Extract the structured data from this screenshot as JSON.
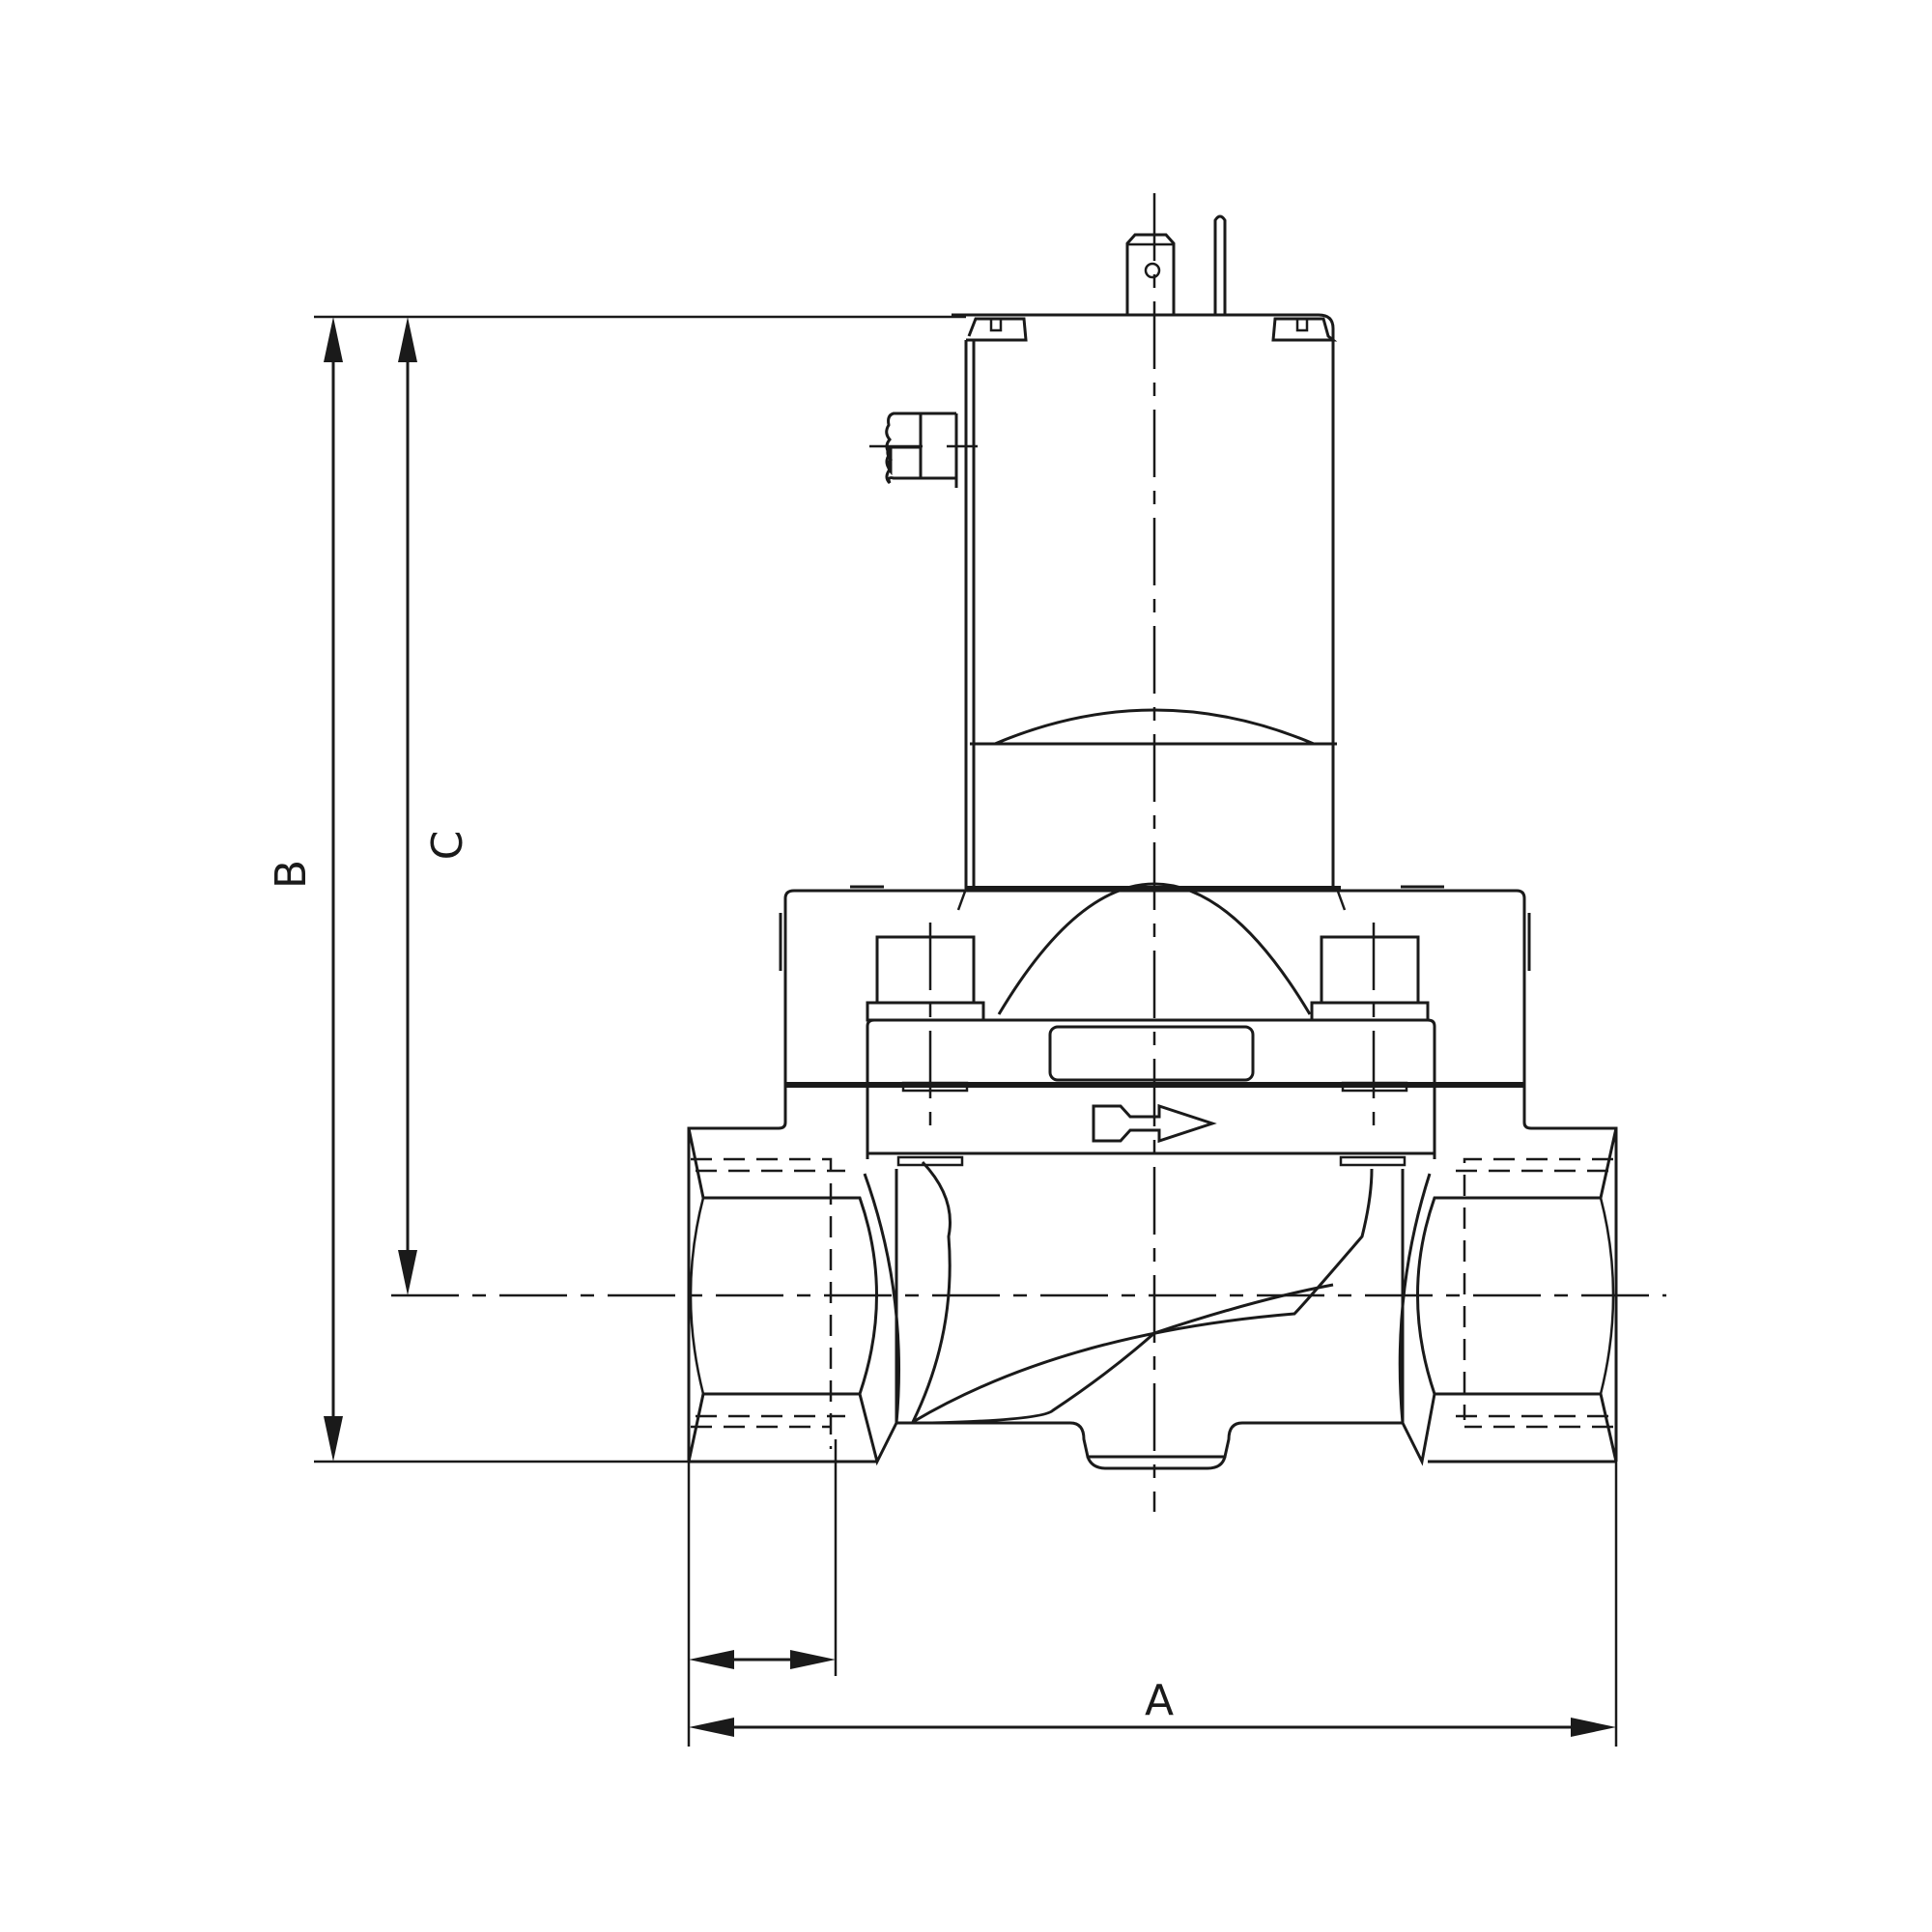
{
  "figure": {
    "subject": "Solenoid valve dimensional drawing (front view)",
    "line_color": "#1a1a1a",
    "background": "#ffffff"
  },
  "dimensions": {
    "A": {
      "label": "A",
      "description": "overall body length (port to port)"
    },
    "B": {
      "label": "B",
      "description": "overall height (body bottom to coil top)"
    },
    "C": {
      "label": "C",
      "description": "height from pipe centerline to coil top"
    },
    "thread": {
      "label": "",
      "description": "port thread depth (unlabeled)"
    }
  },
  "symbols": {
    "flow_arrow": "flow-direction-arrow-right"
  }
}
